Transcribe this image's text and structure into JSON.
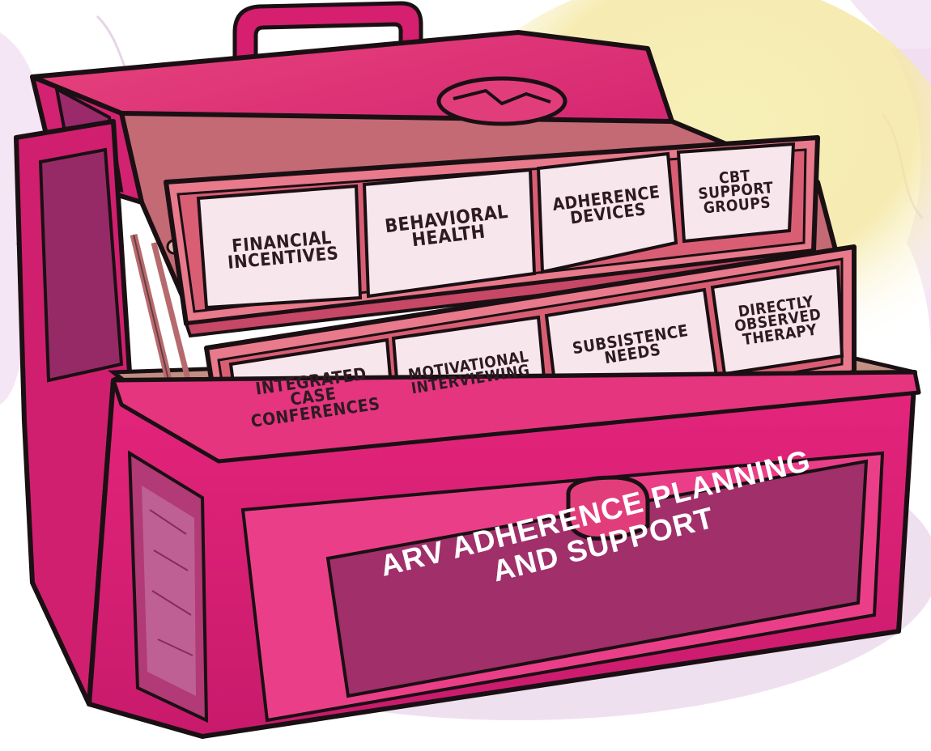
{
  "box": {
    "title_line1": "ARV ADHERENCE PLANNING",
    "title_line2": "AND SUPPORT"
  },
  "top_tray": {
    "compartments": [
      {
        "label": "FINANCIAL\nINCENTIVES"
      },
      {
        "label": "BEHAVIORAL\nHEALTH"
      },
      {
        "label": "ADHERENCE\nDEVICES"
      },
      {
        "label": "CBT\nSUPPORT\nGROUPS"
      }
    ]
  },
  "bottom_tray": {
    "compartments": [
      {
        "label": "INTEGRATED\nCASE\nCONFERENCES"
      },
      {
        "label": "MOTIVATIONAL\nINTERVIEWING"
      },
      {
        "label": "SUBSISTENCE\nNEEDS"
      },
      {
        "label": "DIRECTLY\nOBSERVED\nTHERAPY"
      }
    ]
  },
  "colors": {
    "box_pink": "#e0237a",
    "box_dark": "#9a2a6a",
    "tray_pink": "#e87a8c",
    "label_bg": "#f7e6ec",
    "outline": "#1a1014",
    "glow": "#f3e9a8",
    "smoke": "#e7d0e6"
  }
}
